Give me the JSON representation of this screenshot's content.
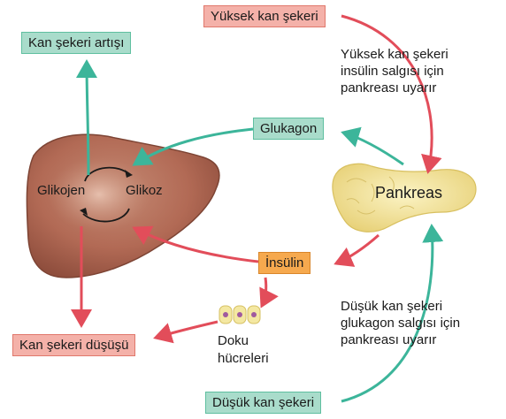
{
  "boxes": {
    "high_sugar": "Yüksek kan şekeri",
    "sugar_increase": "Kan şekeri artışı",
    "glucagon": "Glukagon",
    "insulin": "İnsülin",
    "sugar_decrease": "Kan şekeri düşüşü",
    "low_sugar": "Düşük kan şekeri"
  },
  "notes": {
    "high": [
      "Yüksek kan şekeri",
      "insülin salgısı için",
      "pankreası uyarır"
    ],
    "low": [
      "Düşük kan şekeri",
      "glukagon salgısı için",
      "pankreası uyarır"
    ]
  },
  "organs": {
    "pancreas": "Pankreas",
    "glycogen": "Glikojen",
    "glucose": "Glikoz",
    "tissue": [
      "Doku",
      "hücreleri"
    ]
  },
  "colors": {
    "red_arrow": "#e24d5a",
    "green_arrow": "#3cb59a",
    "liver": "#b26a55",
    "pancreas": "#f3e6a0"
  }
}
